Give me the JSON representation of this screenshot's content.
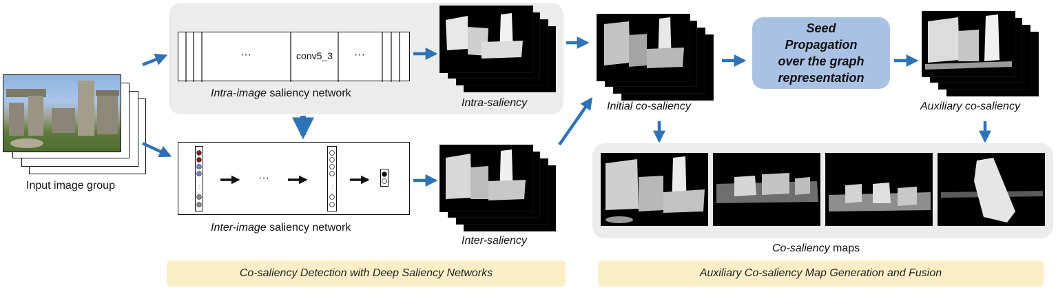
{
  "input": {
    "label": "Input image group"
  },
  "intra_net": {
    "dots_left": "···",
    "layer": "conv5_3",
    "dots_right": "···",
    "label_italic": "Intra-image",
    "label_rest": " saliency network"
  },
  "inter_net": {
    "dots": "···",
    "label_italic": "Inter-image",
    "label_rest": " saliency network"
  },
  "intra_saliency": {
    "label": "Intra-saliency"
  },
  "inter_saliency": {
    "label": "Inter-saliency"
  },
  "initial": {
    "label": "Initial co-saliency"
  },
  "seed": {
    "line1": "Seed",
    "line2": "Propagation",
    "line3": "over the graph",
    "line4": "representation"
  },
  "auxiliary": {
    "label": "Auxiliary co-saliency"
  },
  "maps": {
    "label_italic": "Co-saliency",
    "label_rest": " maps"
  },
  "captions": {
    "left": "Co-saliency Detection with Deep Saliency Networks",
    "right": "Auxiliary Co-saliency Map Generation and Fusion"
  },
  "colors": {
    "arrow": "#2e74b5",
    "panel": "#ececec",
    "caption_bg": "#fcefc8",
    "seed_bg": "#a9c2e4"
  }
}
